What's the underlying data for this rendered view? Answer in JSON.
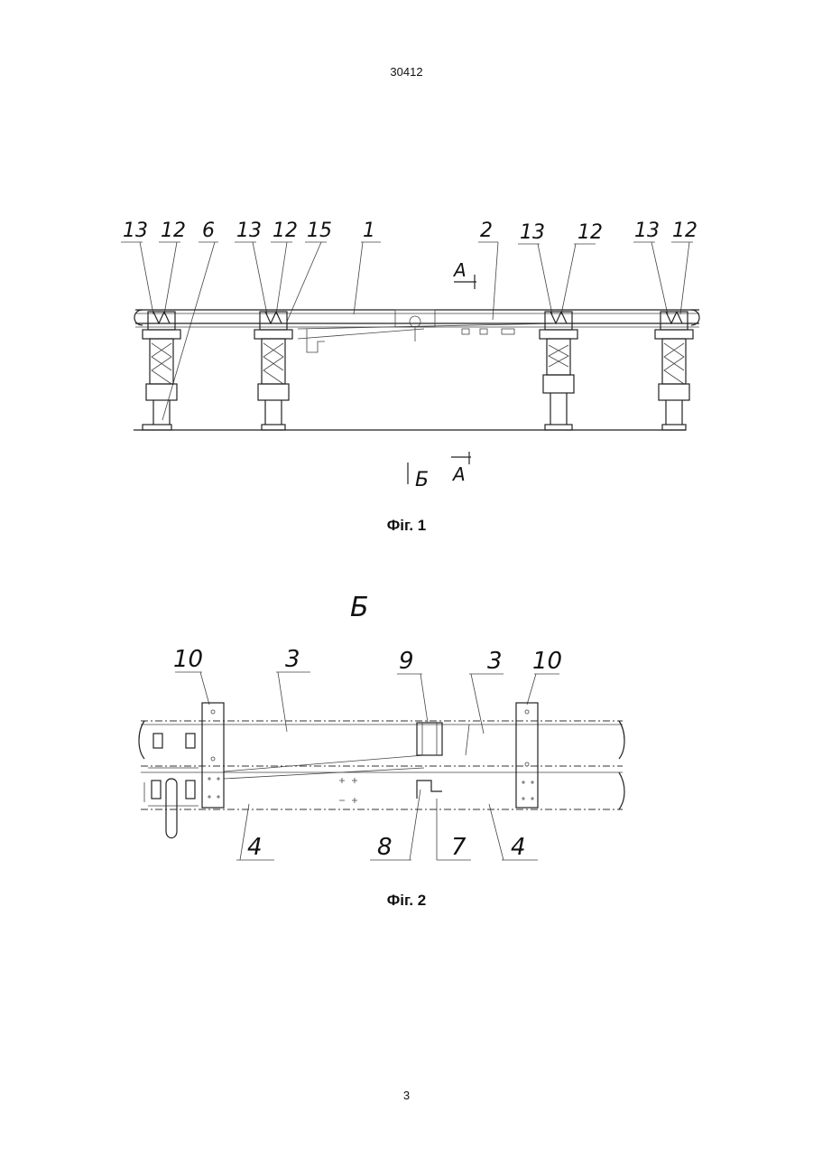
{
  "page": {
    "header_number": "30412",
    "footer_number": "3"
  },
  "figure1": {
    "caption": "Фіг. 1",
    "labels": [
      "13",
      "12",
      "6",
      "13",
      "12",
      "15",
      "1",
      "2",
      "13",
      "12",
      "13",
      "12"
    ],
    "section_marks": {
      "a_top": "А",
      "b": "Б",
      "a_bottom": "А"
    }
  },
  "figure2": {
    "view_label": "Б",
    "caption": "Фіг. 2",
    "labels": [
      "10",
      "3",
      "9",
      "3",
      "10",
      "4",
      "8",
      "7",
      "4"
    ]
  }
}
